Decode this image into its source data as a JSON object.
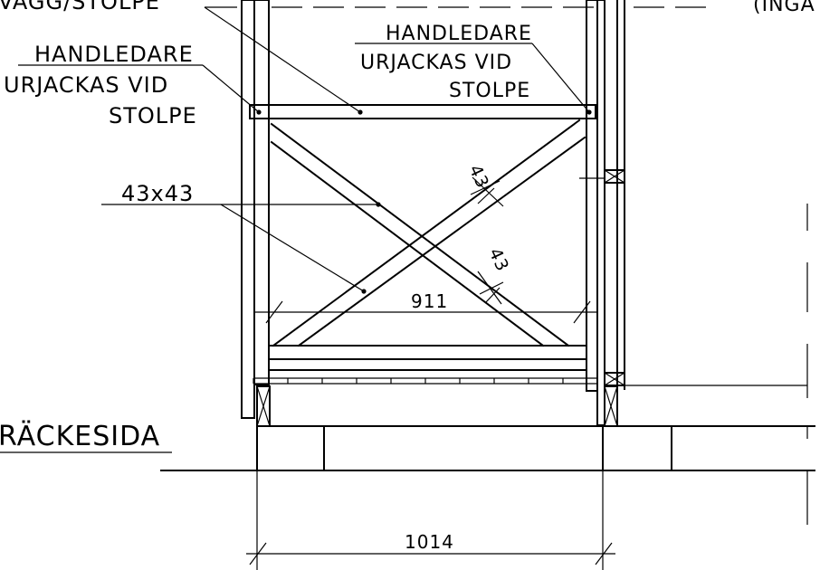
{
  "labels": {
    "wall_post": "VÄGG/STOLPE",
    "top_right_cut": "(INGÅ",
    "handrail_left_1": "HANDLEDARE",
    "handrail_left_2": "URJACKAS VID",
    "handrail_left_3": "STOLPE",
    "handrail_right_1": "HANDLEDARE",
    "handrail_right_2": "URJACKAS VID",
    "handrail_right_3": "STOLPE",
    "brace_size": "43x43",
    "railing_side": "RÄCKESIDA"
  },
  "dimensions": {
    "inner_width": "911",
    "outer_width": "1014",
    "brace_thickness_upper": "43",
    "brace_thickness_lower": "43"
  }
}
